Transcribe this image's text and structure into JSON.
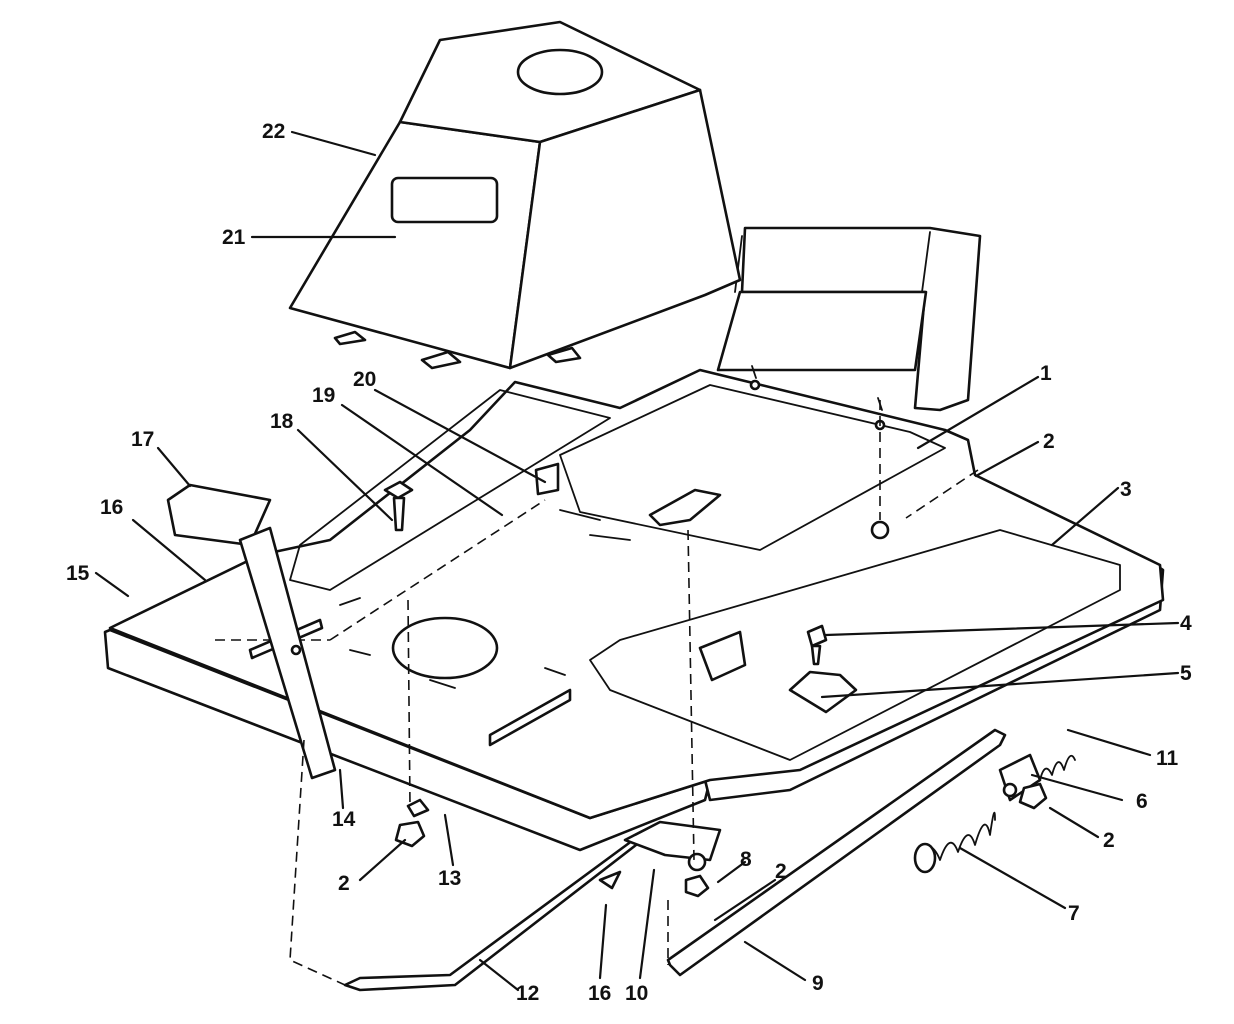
{
  "callouts": [
    {
      "id": "c22",
      "text": "22"
    },
    {
      "id": "c21",
      "text": "21"
    },
    {
      "id": "c20",
      "text": "20"
    },
    {
      "id": "c19",
      "text": "19"
    },
    {
      "id": "c18",
      "text": "18"
    },
    {
      "id": "c17",
      "text": "17"
    },
    {
      "id": "c16a",
      "text": "16"
    },
    {
      "id": "c15",
      "text": "15"
    },
    {
      "id": "c1",
      "text": "1"
    },
    {
      "id": "c2a",
      "text": "2"
    },
    {
      "id": "c3",
      "text": "3"
    },
    {
      "id": "c4",
      "text": "4"
    },
    {
      "id": "c5",
      "text": "5"
    },
    {
      "id": "c11",
      "text": "11"
    },
    {
      "id": "c6",
      "text": "6"
    },
    {
      "id": "c2b",
      "text": "2"
    },
    {
      "id": "c7",
      "text": "7"
    },
    {
      "id": "c14",
      "text": "14"
    },
    {
      "id": "c2c",
      "text": "2"
    },
    {
      "id": "c13",
      "text": "13"
    },
    {
      "id": "c8",
      "text": "8"
    },
    {
      "id": "c2d",
      "text": "2"
    },
    {
      "id": "c9",
      "text": "9"
    },
    {
      "id": "c12",
      "text": "12"
    },
    {
      "id": "c16b",
      "text": "16"
    },
    {
      "id": "c10",
      "text": "10"
    }
  ]
}
